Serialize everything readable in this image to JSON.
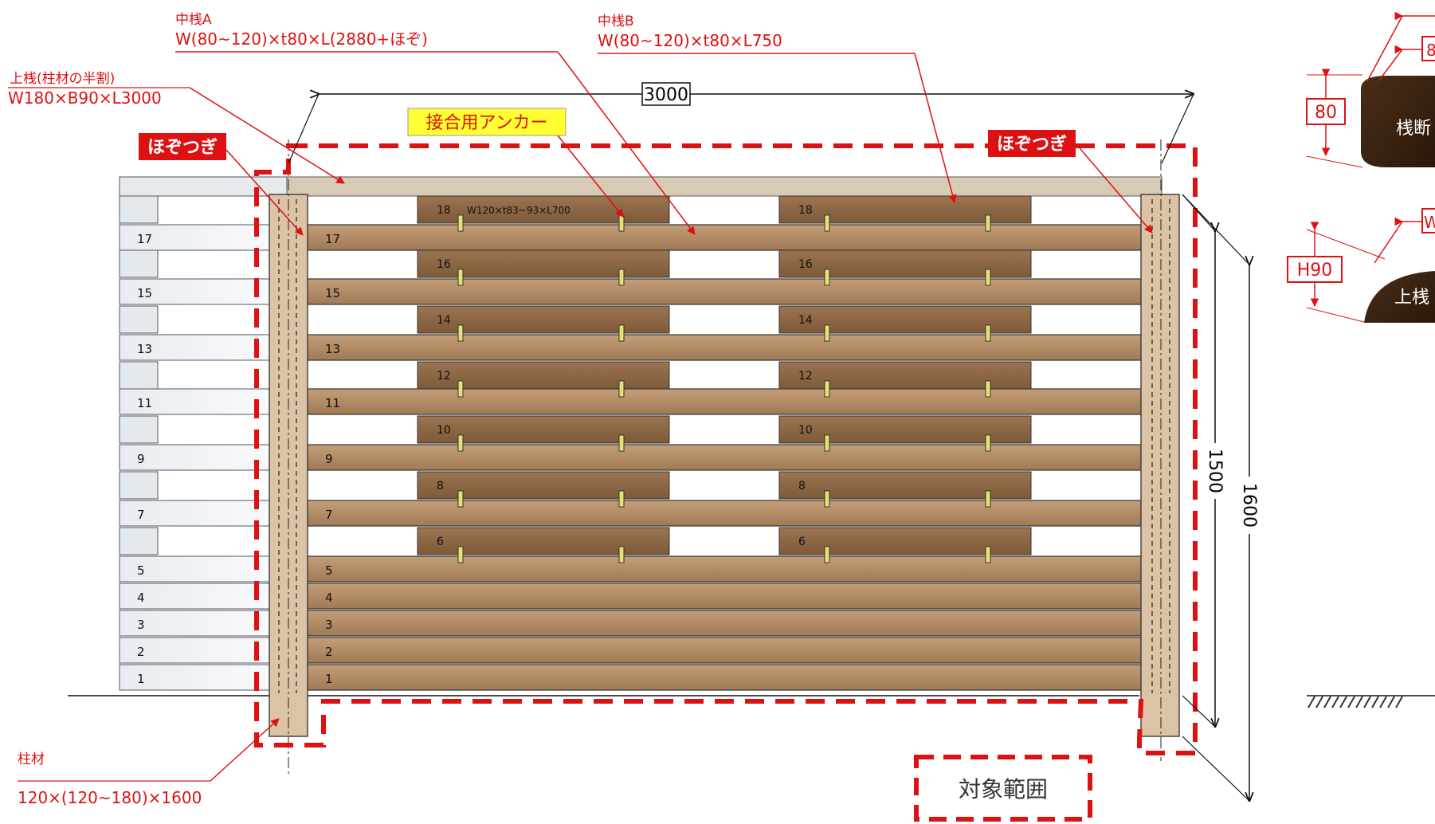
{
  "labels": {
    "post_title": "中桟A",
    "post_spec": "W(80~120)×t80×L(2880+ほぞ)",
    "beam_b_title": "中桟B",
    "beam_b_spec": "W(80~120)×t80×L750",
    "top_beam_title": "上桟(柱材の半割)",
    "top_beam_spec": "W180×B90×L3000",
    "tenon_left": "ほぞつぎ",
    "tenon_right": "ほぞつぎ",
    "anchor": "接合用アンカー",
    "width_dim": "3000",
    "dim_1500": "1500",
    "dim_1600": "1600",
    "pillar_title": "柱材",
    "pillar_spec": "120×(120~180)×1600",
    "scope_label": "対象範囲",
    "board_spec": "W120×t83~93×L700",
    "section_80": "80",
    "section_h90": "H90",
    "section_a": "桟断",
    "section_b": "上桟",
    "right_top_a": "8",
    "right_top_b": "W"
  },
  "rows": {
    "left_numbers": [
      "17",
      "15",
      "13",
      "11",
      "9",
      "7",
      "5",
      "4",
      "3",
      "2",
      "1"
    ],
    "main_numbers": [
      "17",
      "15",
      "13",
      "11",
      "9",
      "7",
      "5",
      "4",
      "3",
      "2",
      "1"
    ],
    "block_numbers": [
      "18",
      "16",
      "14",
      "12",
      "10",
      "8",
      "6"
    ]
  },
  "colors": {
    "wood": "#b5916b",
    "wood_dark": "#8a6848",
    "post": "#d9c0a4",
    "annot_red": "#dd1111",
    "anchor_yellow": "#ffff33",
    "line": "#1a1a1a"
  }
}
